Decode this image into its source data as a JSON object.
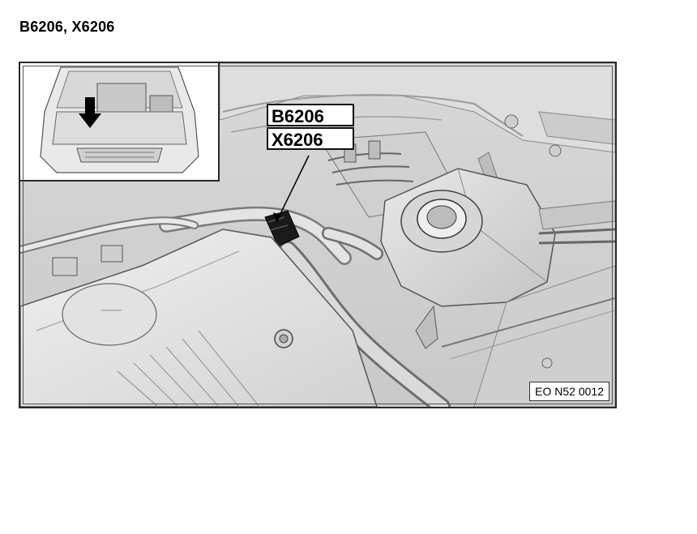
{
  "page": {
    "title": "B6206, X6206"
  },
  "figure": {
    "callouts": [
      "B6206",
      "X6206"
    ],
    "reference_code": "EO N52 0012"
  }
}
